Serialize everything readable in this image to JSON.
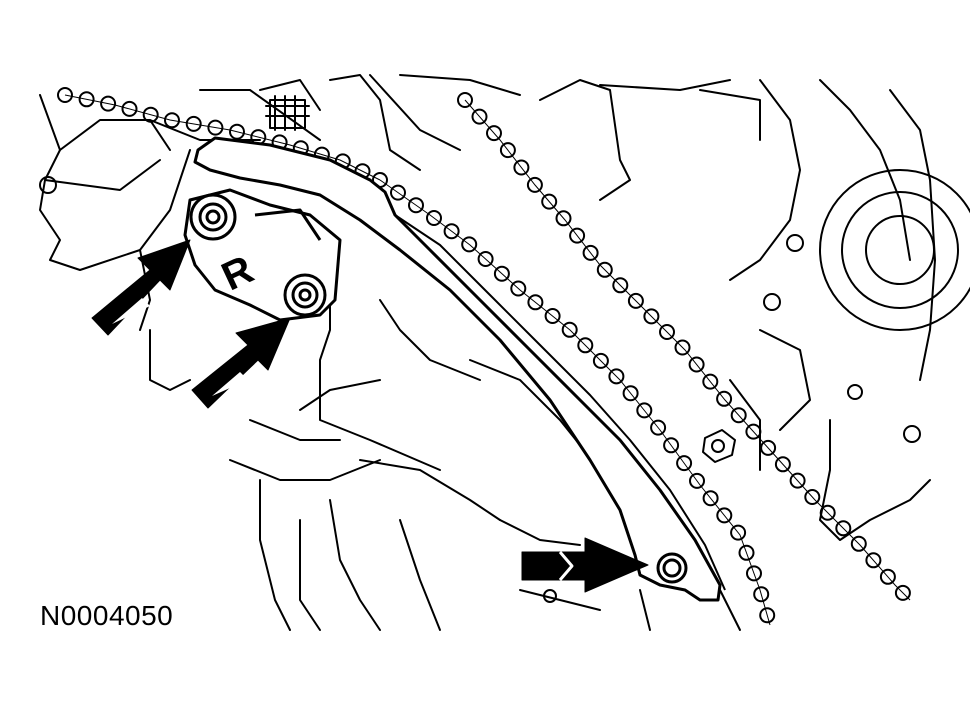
{
  "figure": {
    "id_label": "N0004050",
    "component_marking": "R",
    "ink_color": "#000000",
    "paper_color": "#ffffff",
    "callouts": [
      {
        "name": "arrow-upper-left-bolt",
        "target": "tensioner-upper-bolt-icon"
      },
      {
        "name": "arrow-lower-left-bolt",
        "target": "tensioner-lower-bolt-icon"
      },
      {
        "name": "arrow-guide-pivot-bolt",
        "target": "guide-pivot-bolt-icon"
      }
    ]
  }
}
